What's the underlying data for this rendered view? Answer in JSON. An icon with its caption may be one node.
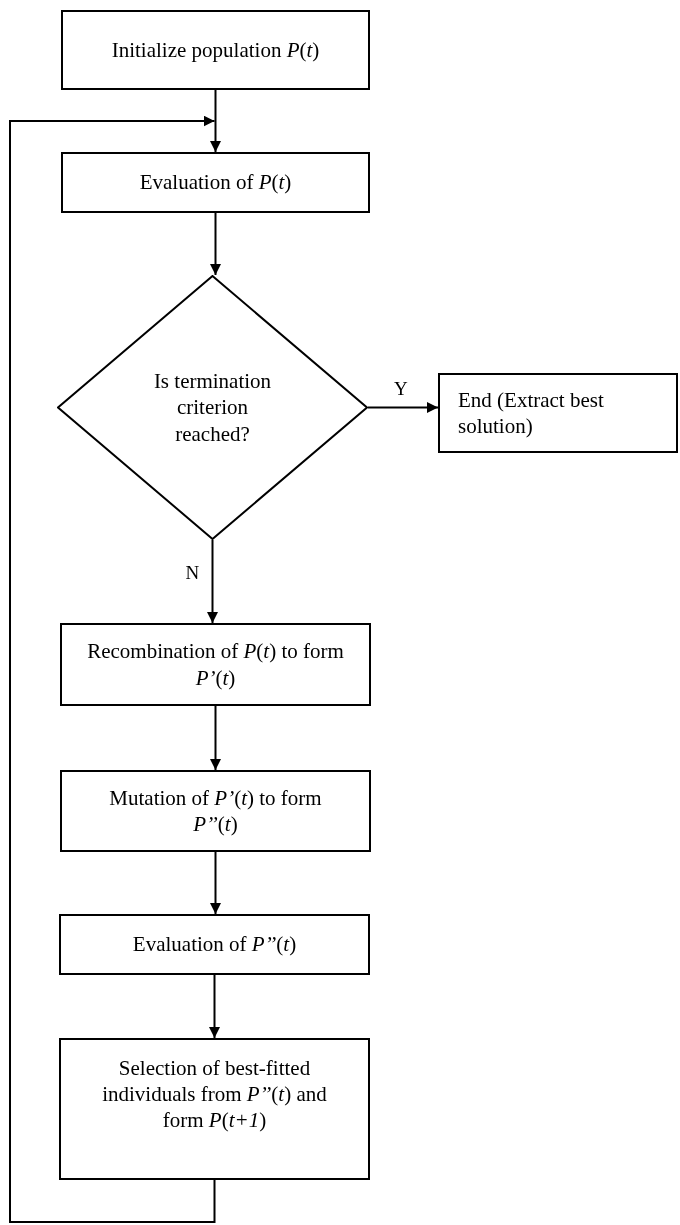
{
  "diagram": {
    "nodes": [
      {
        "text": [
          "Initialize population *P*(*t*)"
        ]
      },
      {
        "text": [
          "Evaluation of *P*(*t*)"
        ]
      },
      {
        "text": [
          "Is termination criterion reached?"
        ]
      },
      {
        "text": [
          "End (Extract best solution)"
        ]
      },
      {
        "text": [
          "Recombination of *P*(*t*) to form *P’*(*t*)"
        ]
      },
      {
        "text": [
          "Mutation of *P’*(*t*) to form *P’’*(*t*)"
        ]
      },
      {
        "text": [
          "Evaluation of *P’’*(*t*)"
        ]
      },
      {
        "text": [
          "Selection of best-fitted individuals from *P’’*(*t*) and form *P*(*t+1*)"
        ]
      }
    ],
    "edges": [
      {
        "from": 0,
        "to": 1,
        "arrow": "to"
      },
      {
        "from": 1,
        "to": 2,
        "arrow": "to"
      },
      {
        "from": 2,
        "to": 3,
        "arrow": "to",
        "label": "Y"
      },
      {
        "from": 2,
        "to": 4,
        "arrow": "to",
        "label": "N"
      },
      {
        "from": 4,
        "to": 5,
        "arrow": "to"
      },
      {
        "from": 5,
        "to": 6,
        "arrow": "to"
      },
      {
        "from": 6,
        "to": 7,
        "arrow": "to"
      },
      {
        "from": 7,
        "to": 1,
        "arrow": "to"
      }
    ]
  }
}
